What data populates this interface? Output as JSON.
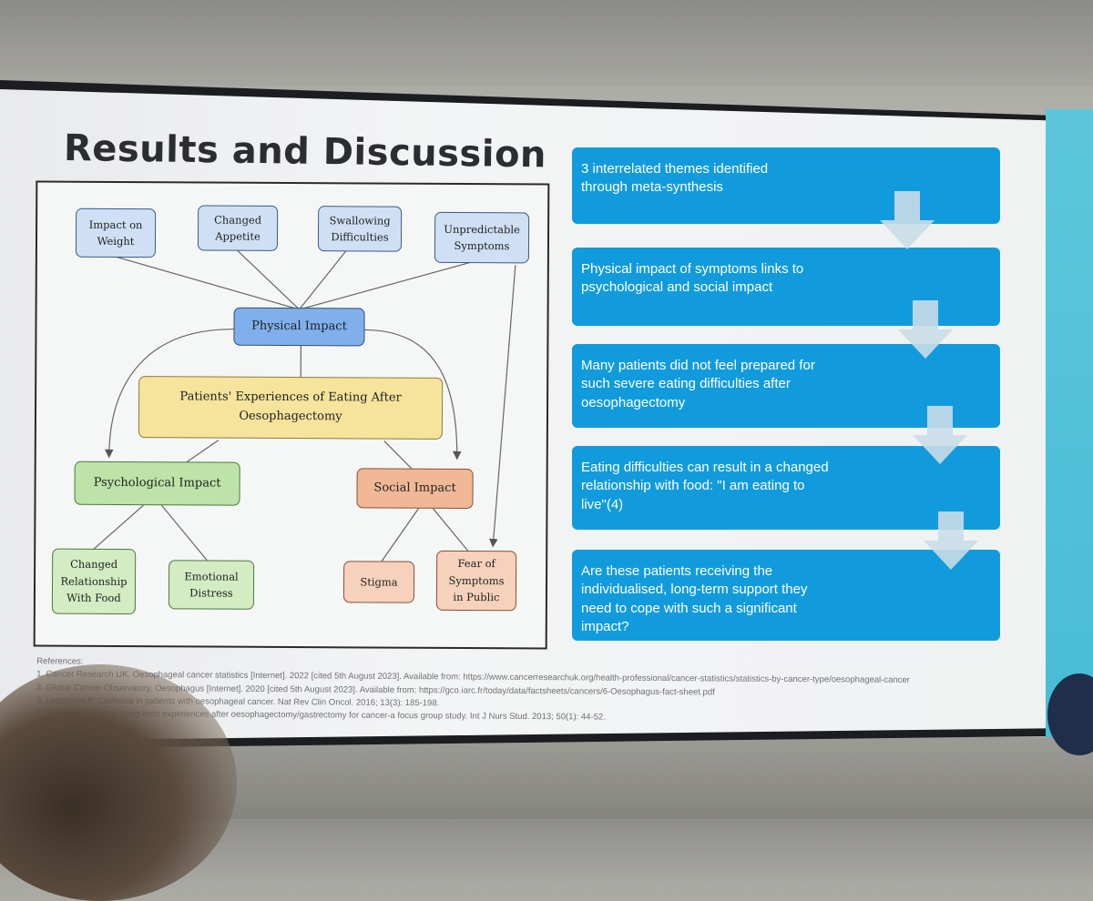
{
  "slide": {
    "title": "Results and Discussion"
  },
  "diagram": {
    "nodes": {
      "impact_on_weight": "Impact on\nWeight",
      "changed_appetite": "Changed\nAppetite",
      "swallowing_difficulties": "Swallowing\nDifficulties",
      "unpredictable_symptoms": "Unpredictable\nSymptoms",
      "physical_impact": "Physical Impact",
      "central": "Patients' Experiences of Eating After\nOesophagectomy",
      "psychological_impact": "Psychological Impact",
      "social_impact": "Social Impact",
      "changed_relationship": "Changed\nRelationship\nWith Food",
      "emotional_distress": "Emotional\nDistress",
      "stigma": "Stigma",
      "fear_of_symptoms": "Fear of\nSymptoms\nin Public"
    },
    "colors": {
      "symptom": "#cfe0f5",
      "physical": "#7fb0ec",
      "central": "#f6e49c",
      "psychological": "#bde3a8",
      "social": "#f0b897"
    }
  },
  "themes": [
    "3 interrelated themes identified\nthrough meta-synthesis",
    "Physical impact of symptoms links to\npsychological and social impact",
    "Many patients did not feel prepared for\nsuch severe eating difficulties after\noesophagectomy",
    "Eating difficulties can result in a changed\nrelationship with food: \"I am eating to\nlive\"(4)",
    "Are these patients receiving the\nindividualised, long-term support they\nneed to cope with such a significant\nimpact?"
  ],
  "theme_color": "#129bdc",
  "references": [
    "References:",
    "1. Cancer Research UK. Oesophageal cancer statistics [Internet]. 2022 [cited 5th August 2023]. Available from: https://www.cancerresearchuk.org/health-professional/cancer-statistics/statistics-by-cancer-type/oesophageal-cancer",
    "2. Global Cancer Observatory. Oesophagus [Internet]. 2020 [cited 5th August 2023]. Available from: https://gco.iarc.fr/today/data/factsheets/cancers/6-Oesophagus-fact-sheet.pdf",
    "3. Lagergren P. Cachexia in patients with oesophageal cancer. Nat Rev Clin Oncol. 2016; 13(3): 185-198.",
    "4. Johansson J, et al. Long-term experiences after oesophagectomy/gastrectomy for cancer-a focus group study. Int J Nurs Stud. 2013; 50(1): 44-52."
  ]
}
